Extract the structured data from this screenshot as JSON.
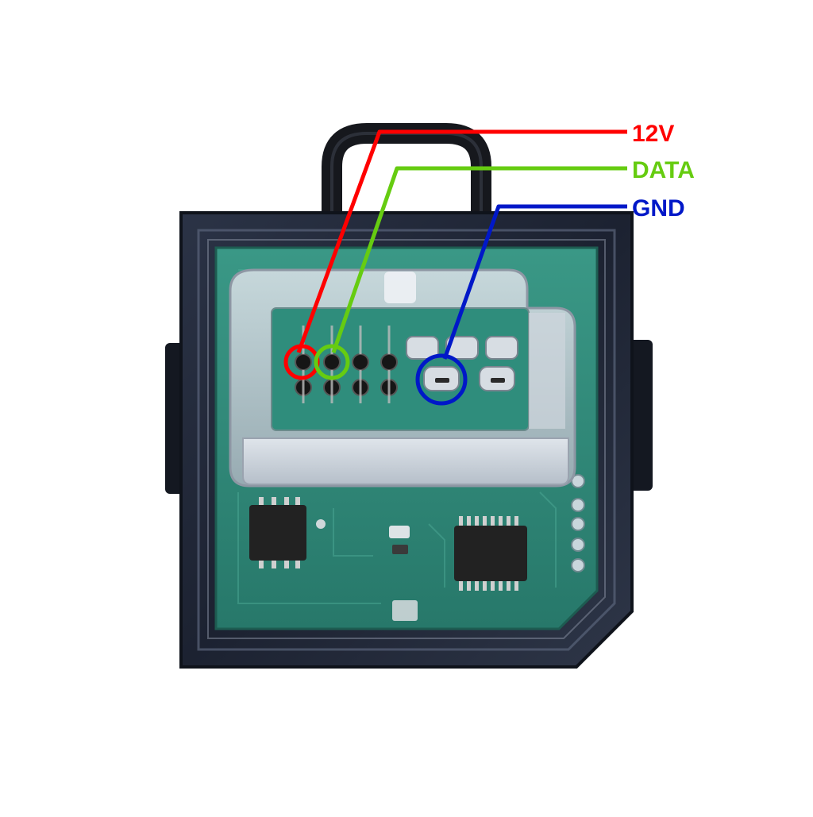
{
  "diagram": {
    "labels": [
      {
        "id": "12v",
        "text": "12V",
        "color": "#ff0000"
      },
      {
        "id": "data",
        "text": "DATA",
        "color": "#66cc11"
      },
      {
        "id": "gnd",
        "text": "GND",
        "color": "#0018c8"
      }
    ],
    "colors": {
      "housing": "#1e2536",
      "housing_edge": "#3a4358",
      "board": "#2e8a7a",
      "board_dark": "#1f6a5c",
      "connector_shroud": "#c9ced6",
      "pin": "#1a1a1a",
      "chip": "#222222"
    },
    "icons": [
      "mounting-loop-icon",
      "pcb-chip-icon",
      "header-pin-icon"
    ]
  }
}
